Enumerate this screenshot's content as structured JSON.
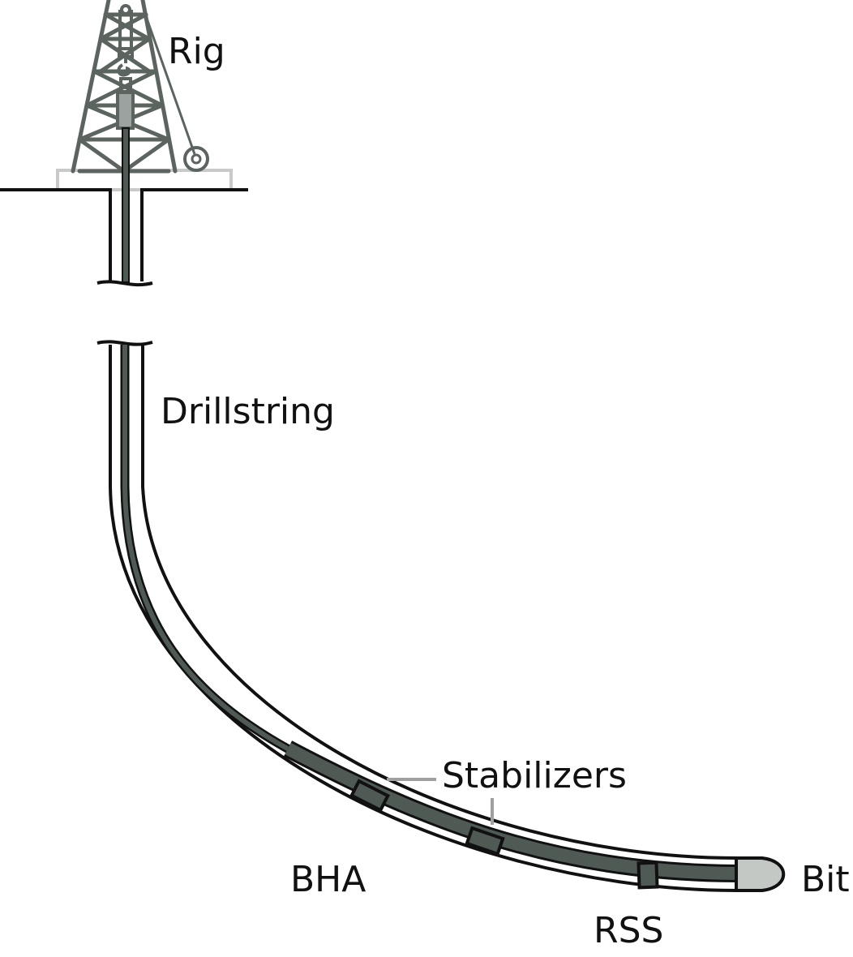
{
  "labels": {
    "rig": "Rig",
    "drillstring": "Drillstring",
    "stabilizers": "Stabilizers",
    "bha": "BHA",
    "rss": "RSS",
    "bit": "Bit"
  },
  "colors": {
    "line": "#111111",
    "steel": "#4f5a55",
    "tower": "#5b645f",
    "platform": "#c9c9c9",
    "bit": "#c4c8c5",
    "leader": "#a0a0a0",
    "background": "#ffffff"
  }
}
